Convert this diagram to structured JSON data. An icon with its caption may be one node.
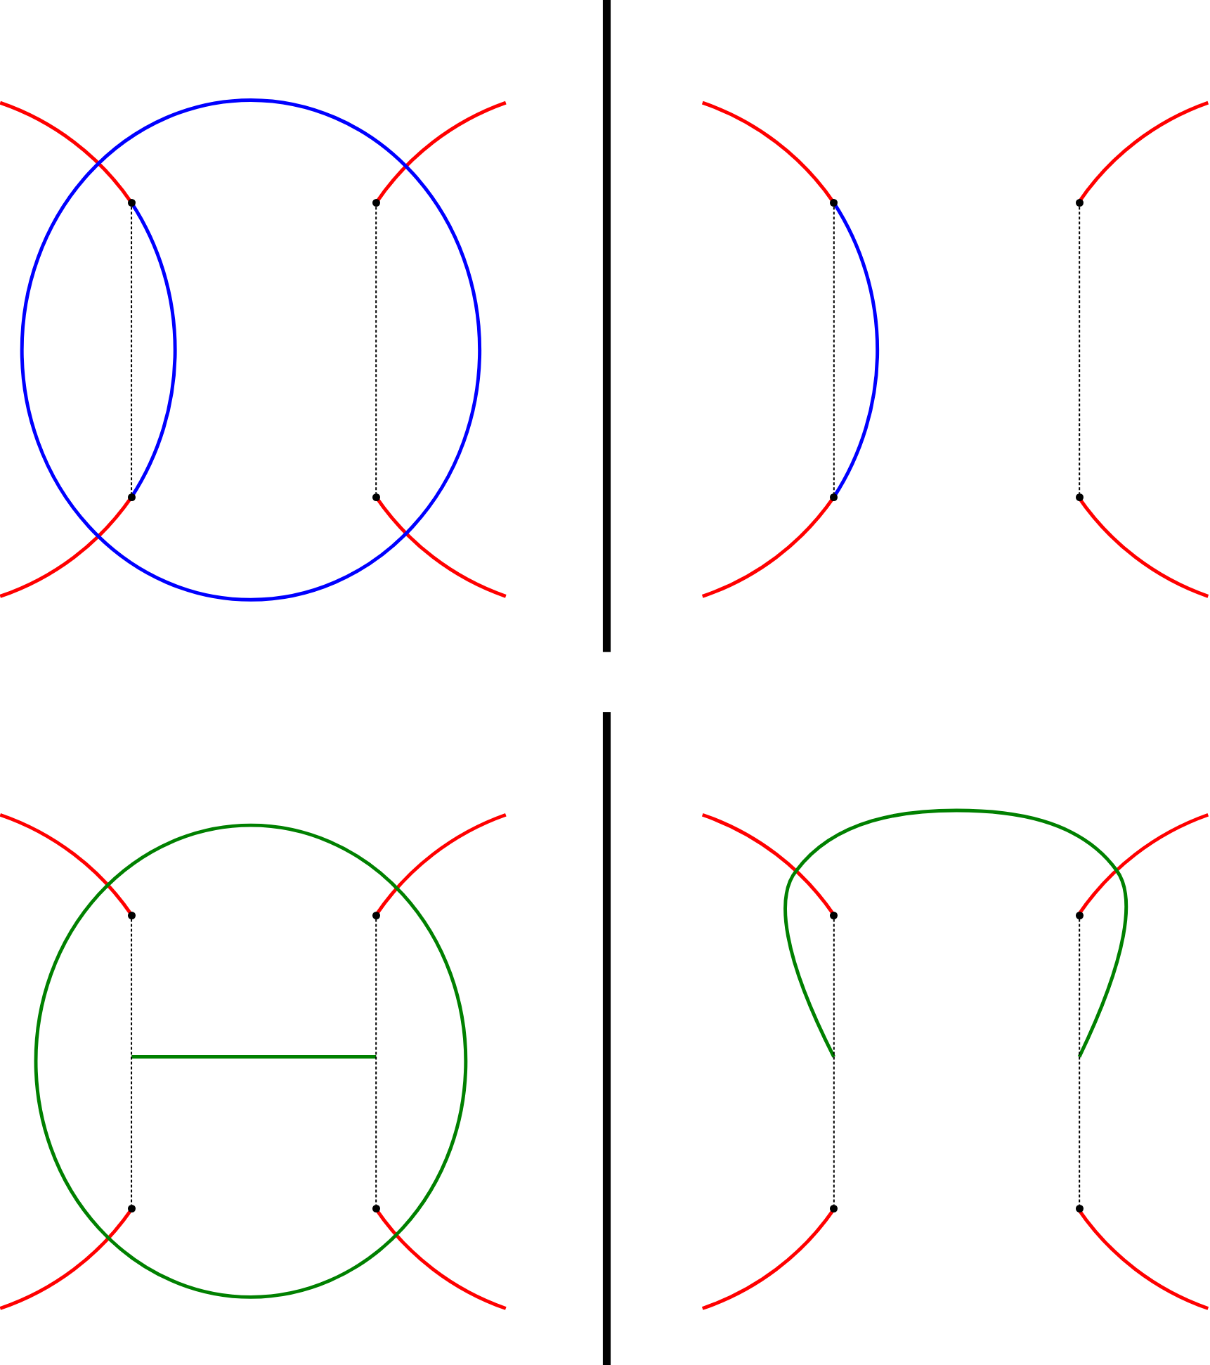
{
  "diagram": {
    "nodes": [
      {
        "text": [],
        "shape": "circle"
      },
      {
        "text": [],
        "shape": "circle"
      },
      {
        "text": [],
        "shape": "circle"
      },
      {
        "text": [],
        "shape": "circle"
      },
      {
        "text": [],
        "shape": "circle"
      },
      {
        "text": [],
        "shape": "circle"
      },
      {
        "text": [],
        "shape": "circle"
      },
      {
        "text": [],
        "shape": "circle"
      },
      {
        "text": [],
        "shape": "circle"
      },
      {
        "text": [],
        "shape": "circle"
      },
      {
        "text": [],
        "shape": "circle"
      },
      {
        "text": [],
        "shape": "circle"
      },
      {
        "text": [],
        "shape": "circle"
      },
      {
        "text": [],
        "shape": "circle"
      },
      {
        "text": [],
        "shape": "circle"
      },
      {
        "text": [],
        "shape": "circle"
      }
    ],
    "edges": [
      {
        "from": 0,
        "to": 2,
        "arrow": "none",
        "style": "dashed"
      },
      {
        "from": 1,
        "to": 3,
        "arrow": "none",
        "style": "dashed"
      },
      {
        "from": 4,
        "to": 6,
        "arrow": "none",
        "style": "dashed"
      },
      {
        "from": 5,
        "to": 7,
        "arrow": "none",
        "style": "dashed"
      },
      {
        "from": 8,
        "to": 10,
        "arrow": "none",
        "style": "dashed"
      },
      {
        "from": 9,
        "to": 11,
        "arrow": "none",
        "style": "dashed"
      },
      {
        "from": 12,
        "to": 14,
        "arrow": "none",
        "style": "dashed"
      },
      {
        "from": 13,
        "to": 15,
        "arrow": "none",
        "style": "dashed"
      }
    ]
  }
}
